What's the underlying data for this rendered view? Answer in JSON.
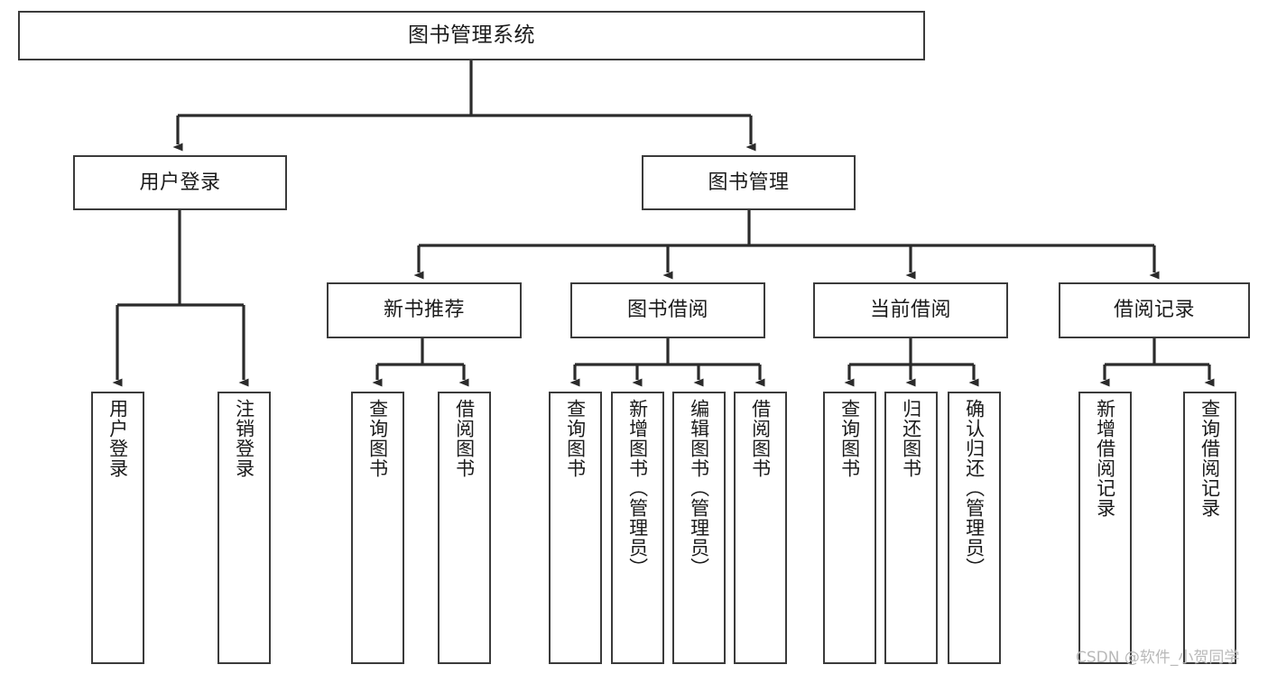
{
  "diagram": {
    "title": "图书管理系统",
    "type": "tree-hierarchy-diagram",
    "colors": {
      "box_border": "#3b3b3b",
      "box_fill": "#ffffff",
      "connector": "#2b2b2b",
      "text": "#1b1b1b",
      "watermark": "#b9b9b9",
      "background": "#ffffff"
    },
    "root": {
      "label": "图书管理系统"
    },
    "level2": [
      {
        "label": "用户登录"
      },
      {
        "label": "图书管理"
      }
    ],
    "level3": [
      {
        "label": "新书推荐"
      },
      {
        "label": "图书借阅"
      },
      {
        "label": "当前借阅"
      },
      {
        "label": "借阅记录"
      }
    ],
    "leaves": {
      "user_login": [
        {
          "label": "用户登录"
        },
        {
          "label": "注销登录"
        }
      ],
      "new_book_recommend": [
        {
          "label": "查询图书"
        },
        {
          "label": "借阅图书"
        }
      ],
      "book_borrow": [
        {
          "label": "查询图书"
        },
        {
          "label": "新增图书（管理员）"
        },
        {
          "label": "编辑图书（管理员）"
        },
        {
          "label": "借阅图书"
        }
      ],
      "current_borrow": [
        {
          "label": "查询图书"
        },
        {
          "label": "归还图书"
        },
        {
          "label": "确认归还（管理员）"
        }
      ],
      "borrow_record": [
        {
          "label": "新增借阅记录"
        },
        {
          "label": "查询借阅记录"
        }
      ]
    },
    "watermark": "CSDN @软件_小贺同学"
  }
}
